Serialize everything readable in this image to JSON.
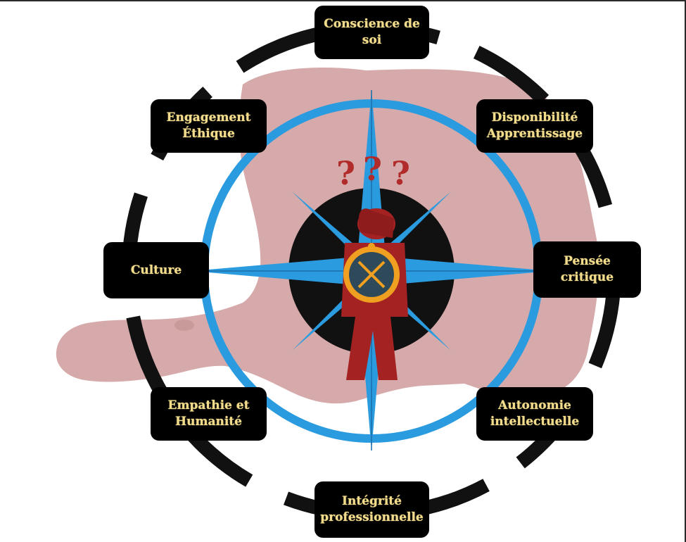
{
  "diagram": {
    "nodes": [
      {
        "id": "conscience",
        "label": "Conscience de\nsoi"
      },
      {
        "id": "disponibilite",
        "label": "Disponibilité\nApprentissage"
      },
      {
        "id": "pensee",
        "label": "Pensée\ncritique"
      },
      {
        "id": "autonomie",
        "label": "Autonomie\nintellectuelle"
      },
      {
        "id": "integrite",
        "label": "Intégrité\nprofessionnelle"
      },
      {
        "id": "empathie",
        "label": "Empathie et\nHumanité"
      },
      {
        "id": "culture",
        "label": "Culture"
      },
      {
        "id": "engagement",
        "label": "Engagement\nÉthique"
      }
    ],
    "question_marks": [
      "?",
      "?",
      "?"
    ],
    "colors": {
      "box_bg": "#000000",
      "box_text": "#f2dc8c",
      "ring": "#111111",
      "compass_blue": "#2b9be0",
      "map": "#d6aaaa",
      "figure": "#a52222",
      "medallion": "#f0a020"
    },
    "icons": [
      "compass-rose-icon",
      "haiti-map-icon",
      "person-figure-icon"
    ]
  }
}
